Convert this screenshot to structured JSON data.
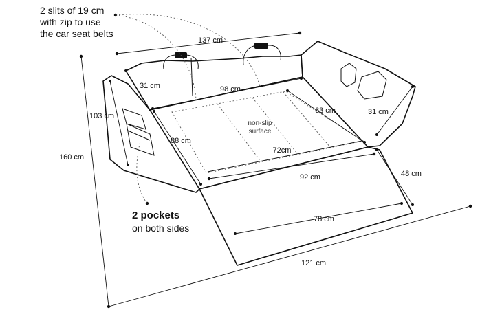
{
  "notes": {
    "slits_line1": "2 slits of 19 cm",
    "slits_line2": "with zip to use",
    "slits_line3": "the car seat belts",
    "pockets_line1": "2 pockets",
    "pockets_line2": "on both sides"
  },
  "surface": {
    "line1": "non-slip",
    "line2": "surface"
  },
  "dimensions": {
    "d137": "137 cm",
    "d31_left": "31 cm",
    "d98": "98 cm",
    "d103": "103 cm",
    "d63": "63 cm",
    "d31_right": "31 cm",
    "d88": "88 cm",
    "d72": "72cm",
    "d160": "160 cm",
    "d92": "92 cm",
    "d48": "48 cm",
    "d78": "78 cm",
    "d121": "121 cm"
  }
}
